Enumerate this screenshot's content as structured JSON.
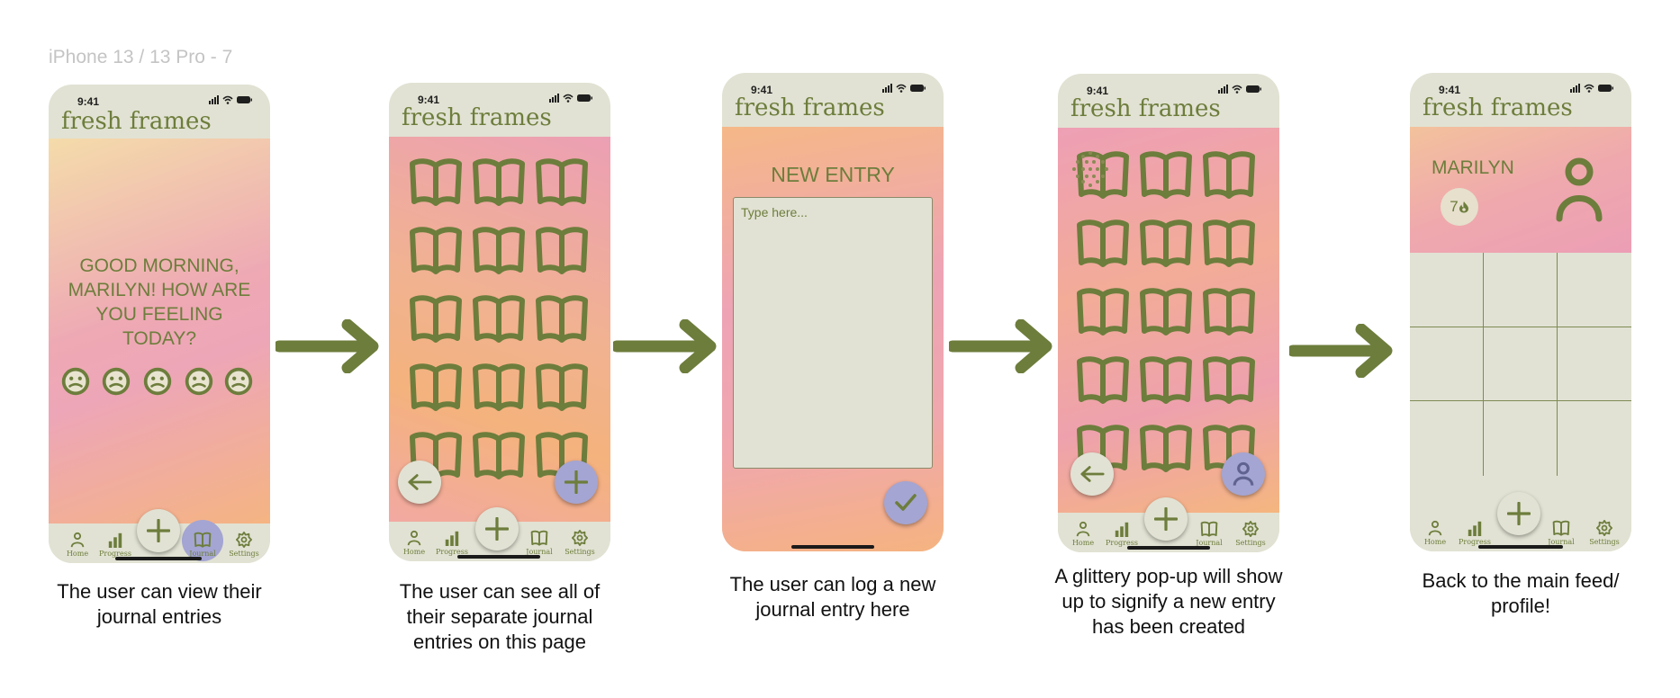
{
  "frame_label": "iPhone 13 / 13 Pro - 7",
  "brand": "fresh frames",
  "status_time": "9:41",
  "colors": {
    "olive": "#6d7d3c",
    "cream": "#e1e2d3",
    "lavender": "#a4a5d2"
  },
  "nav": {
    "home": "Home",
    "progress": "Progress",
    "journal": "Journal",
    "settings": "Settings"
  },
  "screen1": {
    "greeting": "GOOD MORNING, MARILYN! HOW ARE YOU FEELING TODAY?"
  },
  "screen3": {
    "title": "NEW ENTRY",
    "placeholder": "Type here..."
  },
  "screen5": {
    "name": "MARILYN",
    "streak": "7"
  },
  "captions": {
    "c1": "The user can view their journal entries",
    "c2": "The user can see all of their separate journal entries on this page",
    "c3": "The user can log a new journal entry here",
    "c4": "A glittery pop-up will show up to signify a new entry has been created",
    "c5": "Back to the main feed/ profile!"
  },
  "icons": [
    "signal-icon",
    "wifi-icon",
    "battery-icon",
    "person-icon",
    "bar-chart-icon",
    "plus-icon",
    "book-icon",
    "gear-icon",
    "back-arrow-icon",
    "check-icon",
    "sparkle-icon",
    "flame-icon",
    "emoji-icon",
    "flow-arrow-icon"
  ]
}
